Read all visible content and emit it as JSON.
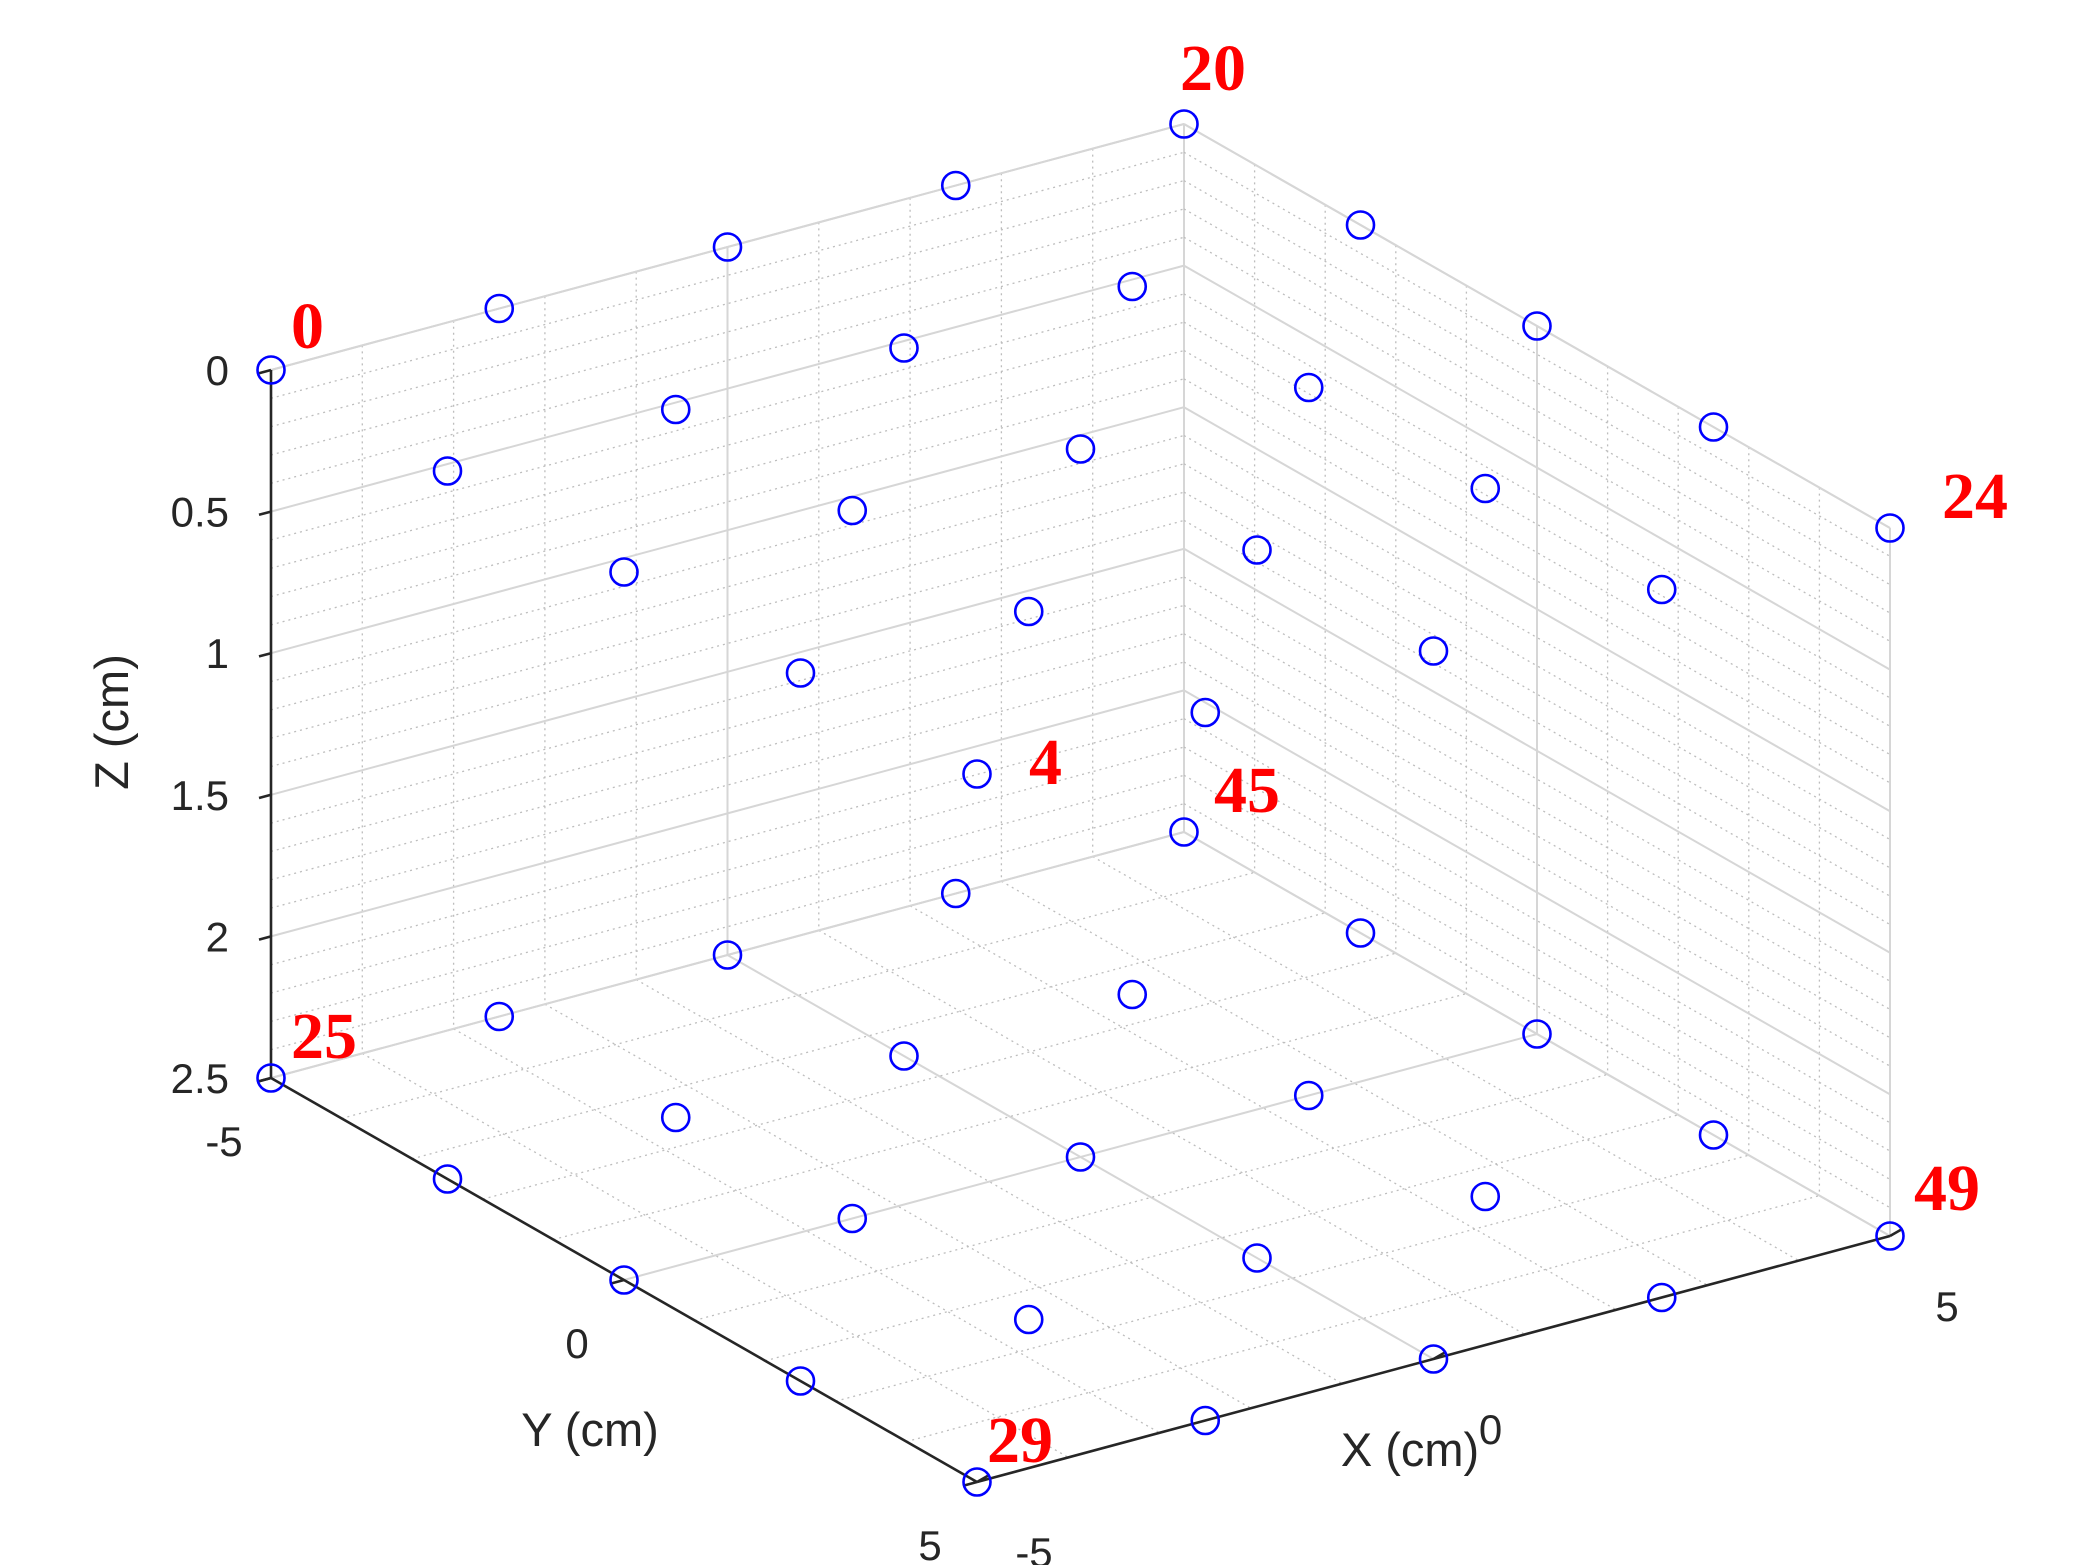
{
  "chart_data": {
    "type": "scatter3d",
    "axes": {
      "x": {
        "label": "X (cm)",
        "range": [
          -5,
          5
        ],
        "ticks": [
          -5,
          0,
          5
        ],
        "tick_labels": [
          "-5",
          "0",
          "5"
        ]
      },
      "y": {
        "label": "Y (cm)",
        "range": [
          -5,
          5
        ],
        "ticks": [
          -5,
          0,
          5
        ],
        "tick_labels": [
          "-5",
          "0",
          "5"
        ]
      },
      "z": {
        "label": "Z (cm)",
        "range": [
          0,
          2.5
        ],
        "reversed": true,
        "ticks": [
          0,
          0.5,
          1,
          1.5,
          2,
          2.5
        ],
        "tick_labels": [
          "0",
          "0.5",
          "1",
          "1.5",
          "2",
          "2.5"
        ]
      }
    },
    "grid": {
      "major": true,
      "minor": true
    },
    "marker": {
      "shape": "open-circle",
      "color": "#0000ff"
    },
    "point_grid": {
      "x": [
        -5,
        -2.5,
        0,
        2.5,
        5
      ],
      "y": [
        -5,
        -2.5,
        0,
        2.5,
        5
      ],
      "z": [
        0,
        2.5
      ],
      "index_rule": "25*z_level + 5*x_index + y_index"
    },
    "annotations": [
      {
        "text": "0",
        "point": [
          -5,
          -5,
          0
        ]
      },
      {
        "text": "4",
        "point": [
          -5,
          5,
          0
        ]
      },
      {
        "text": "20",
        "point": [
          5,
          -5,
          0
        ]
      },
      {
        "text": "24",
        "point": [
          5,
          5,
          0
        ]
      },
      {
        "text": "25",
        "point": [
          -5,
          -5,
          2.5
        ]
      },
      {
        "text": "29",
        "point": [
          -5,
          5,
          2.5
        ]
      },
      {
        "text": "45",
        "point": [
          5,
          -5,
          2.5
        ]
      },
      {
        "text": "49",
        "point": [
          5,
          5,
          2.5
        ]
      }
    ],
    "annotation_color": "#ff0000"
  }
}
